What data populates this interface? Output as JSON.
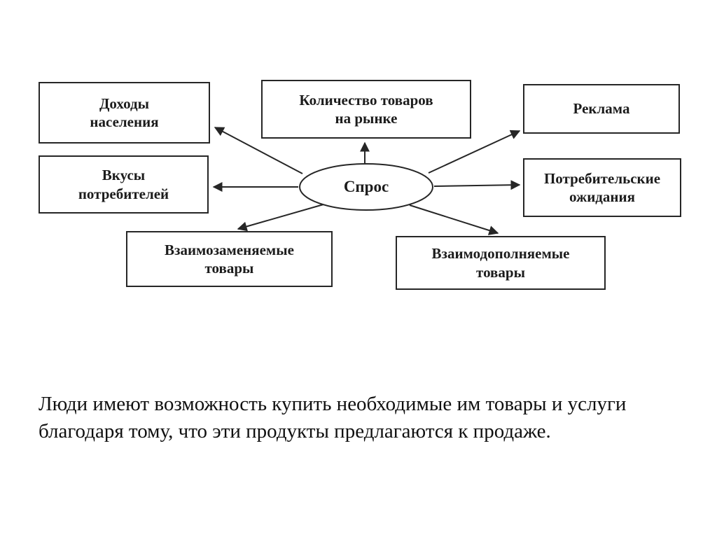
{
  "diagram": {
    "center": {
      "label": "Спрос"
    },
    "boxes": [
      {
        "label": "Доходы\nнаселения"
      },
      {
        "label": "Количество товаров\nна рынке"
      },
      {
        "label": "Реклама"
      },
      {
        "label": "Вкусы\nпотребителей"
      },
      {
        "label": "Потребительские\nожидания"
      },
      {
        "label": "Взаимозаменяемые\nтовары"
      },
      {
        "label": "Взаимодополняемые\nтовары"
      }
    ],
    "ink_color": "#262626"
  },
  "caption": {
    "text": "Люди имеют возможность купить необходимые им товары и услуги благодаря тому, что эти продукты предлагаются к продаже."
  }
}
